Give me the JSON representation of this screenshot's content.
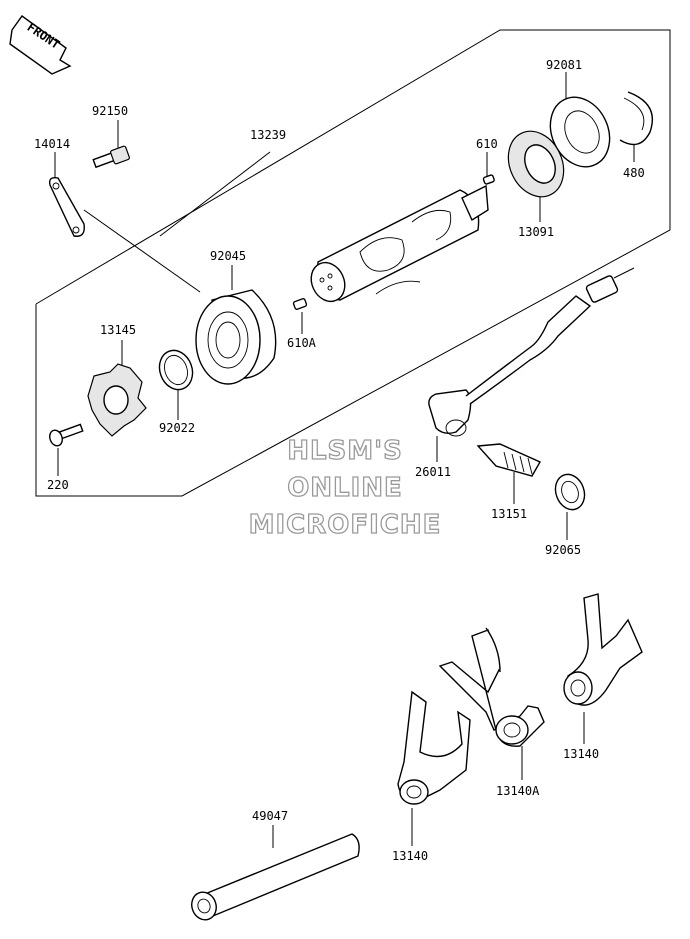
{
  "orientation_tag": "FRONT",
  "watermark": {
    "line1": "HLSM'S",
    "line2": "ONLINE",
    "line3": "MICROFICHE"
  },
  "labels": {
    "p92150": "92150",
    "p14014": "14014",
    "p13239": "13239",
    "p92081": "92081",
    "p610": "610",
    "p480": "480",
    "p13091": "13091",
    "p92045": "92045",
    "p610A": "610A",
    "p13145": "13145",
    "p92022": "92022",
    "p220": "220",
    "p26011": "26011",
    "p13151": "13151",
    "p92065": "92065",
    "p49047": "49047",
    "p13140_left": "13140",
    "p13140A": "13140A",
    "p13140_right": "13140"
  }
}
